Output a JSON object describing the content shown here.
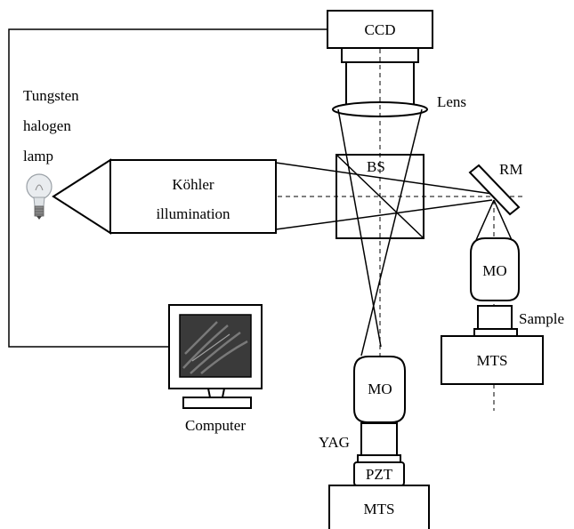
{
  "labels": {
    "ccd": "CCD",
    "lens": "Lens",
    "lamp_line1": "Tungsten",
    "lamp_line2": "halogen",
    "lamp_line3": "lamp",
    "kohler_line1": "Köhler",
    "kohler_line2": "illumination",
    "bs": "BS",
    "rm": "RM",
    "mo_right": "MO",
    "sample": "Sample",
    "mts_right": "MTS",
    "mo_bottom": "MO",
    "yag": "YAG",
    "pzt": "PZT",
    "mts_bottom": "MTS",
    "computer": "Computer"
  },
  "icons": {
    "lamp": "light-bulb-icon",
    "monitor": "computer-monitor-icon"
  },
  "colors": {
    "line": "#000000",
    "background": "#ffffff",
    "screen": "#3a3a3a"
  }
}
